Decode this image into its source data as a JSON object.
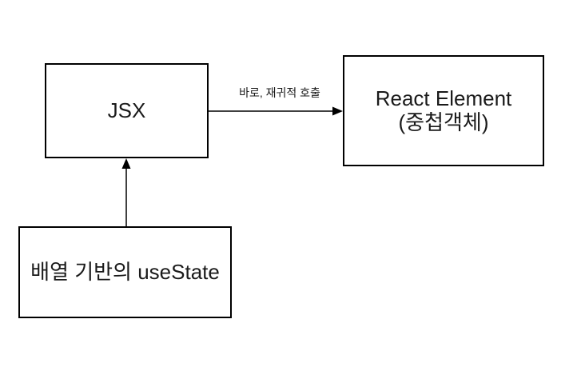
{
  "diagram": {
    "background_color": "#ffffff",
    "line_color": "#000000",
    "text_color": "#1a1a1a",
    "nodes": [
      {
        "id": "jsx",
        "label": "JSX"
      },
      {
        "id": "react-element",
        "label_line1": "React Element",
        "label_line2": "(중첩객체)"
      },
      {
        "id": "usestate",
        "label": "배열 기반의 useState"
      }
    ],
    "edges": [
      {
        "from": "jsx",
        "to": "react-element",
        "label": "바로, 재귀적 호출",
        "direction": "right"
      },
      {
        "from": "usestate",
        "to": "jsx",
        "label": "",
        "direction": "up"
      }
    ]
  }
}
